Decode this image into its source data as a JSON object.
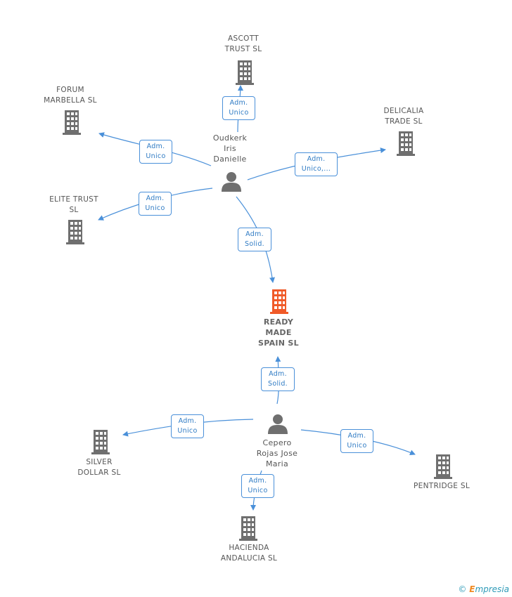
{
  "companies": [
    {
      "id": "ascott",
      "lines": [
        "ASCOTT",
        "TRUST SL"
      ]
    },
    {
      "id": "forum",
      "lines": [
        "FORUM",
        "MARBELLA SL"
      ]
    },
    {
      "id": "delicalia",
      "lines": [
        "DELICALIA",
        "TRADE SL"
      ]
    },
    {
      "id": "elite",
      "lines": [
        "ELITE TRUST",
        "SL"
      ]
    },
    {
      "id": "ready",
      "lines": [
        "READY",
        "MADE",
        "SPAIN SL"
      ]
    },
    {
      "id": "silver",
      "lines": [
        "SILVER",
        "DOLLAR SL"
      ]
    },
    {
      "id": "pentridge",
      "lines": [
        "PENTRIDGE SL"
      ]
    },
    {
      "id": "hacienda",
      "lines": [
        "HACIENDA",
        "ANDALUCIA SL"
      ]
    }
  ],
  "persons": [
    {
      "id": "oudkerk",
      "lines": [
        "Oudkerk",
        "Iris",
        "Danielle"
      ]
    },
    {
      "id": "cepero",
      "lines": [
        "Cepero",
        "Rojas Jose",
        "Maria"
      ]
    }
  ],
  "relations": [
    {
      "id": "r-ascott",
      "lines": [
        "Adm.",
        "Unico"
      ]
    },
    {
      "id": "r-forum",
      "lines": [
        "Adm.",
        "Unico"
      ]
    },
    {
      "id": "r-delicalia",
      "lines": [
        "Adm.",
        "Unico,..."
      ]
    },
    {
      "id": "r-elite",
      "lines": [
        "Adm.",
        "Unico"
      ]
    },
    {
      "id": "r-ready1",
      "lines": [
        "Adm.",
        "Solid."
      ]
    },
    {
      "id": "r-ready2",
      "lines": [
        "Adm.",
        "Solid."
      ]
    },
    {
      "id": "r-silver",
      "lines": [
        "Adm.",
        "Unico"
      ]
    },
    {
      "id": "r-pentridge",
      "lines": [
        "Adm.",
        "Unico"
      ]
    },
    {
      "id": "r-hacienda",
      "lines": [
        "Adm.",
        "Unico"
      ]
    }
  ],
  "colors": {
    "edge": "#4a90d9",
    "building": "#6f6f6f",
    "main_building": "#f05a28",
    "person": "#6f6f6f"
  },
  "footer": {
    "copyright": "©",
    "brand_initial": "E",
    "brand_rest": "mpresia"
  }
}
